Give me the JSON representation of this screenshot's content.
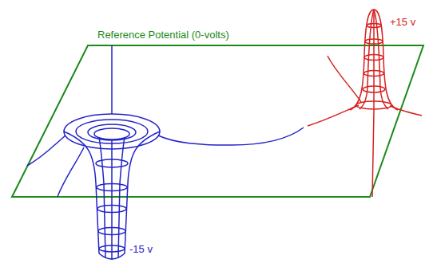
{
  "diagram": {
    "labels": [
      "Reference Potential (0-volts)",
      "+15 v",
      "-15 v"
    ]
  }
}
